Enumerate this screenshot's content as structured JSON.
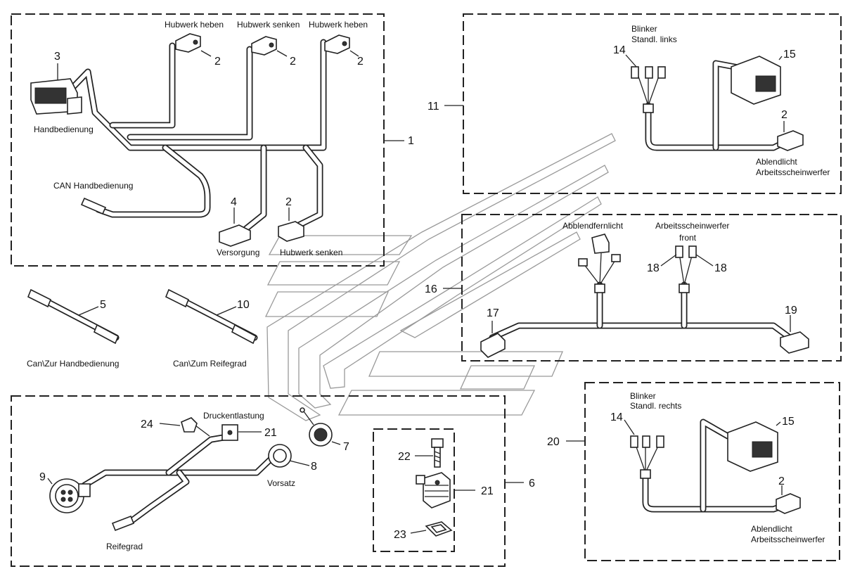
{
  "labels": {
    "hubwerk_heben_1": "Hubwerk heben",
    "hubwerk_senken_1": "Hubwerk senken",
    "hubwerk_heben_2": "Hubwerk heben",
    "handbedienung": "Handbedienung",
    "can_handbedienung": "CAN Handbedienung",
    "versorgung": "Versorgung",
    "hubwerk_senken_2": "Hubwerk senken",
    "can_zur_handbedienung": "Can\\Zur Handbedienung",
    "can_zum_reifegrad": "Can\\Zum Reifegrad",
    "blinker_1": "Blinker",
    "standl_links": "Standl. links",
    "abblendlicht_1": "Ablendlicht",
    "arbeitsscheinwerfer_1": "Arbeitsscheinwerfer",
    "abblendfernlicht": "Abblendfernlicht",
    "arbeitsscheinwerfer_front": "Arbeitsscheinwerfer",
    "front": "front",
    "blinker_2": "Blinker",
    "standl_rechts": "Standl. rechts",
    "abblendlicht_2": "Ablendlicht",
    "arbeitsscheinwerfer_2": "Arbeitsscheinwerfer",
    "druckentlastung": "Druckentlastung",
    "vorsatz": "Vorsatz",
    "reifegrad": "Reifegrad"
  },
  "callouts": {
    "n1": "1",
    "n2a": "2",
    "n2b": "2",
    "n2c": "2",
    "n2d": "2",
    "n2e": "2",
    "n2f": "2",
    "n3": "3",
    "n4": "4",
    "n5": "5",
    "n6": "6",
    "n7": "7",
    "n8": "8",
    "n9": "9",
    "n10": "10",
    "n11": "11",
    "n14a": "14",
    "n14b": "14",
    "n15a": "15",
    "n15b": "15",
    "n16": "16",
    "n17": "17",
    "n18a": "18",
    "n18b": "18",
    "n19": "19",
    "n20": "20",
    "n21a": "21",
    "n21b": "21",
    "n22": "22",
    "n23": "23",
    "n24": "24"
  }
}
